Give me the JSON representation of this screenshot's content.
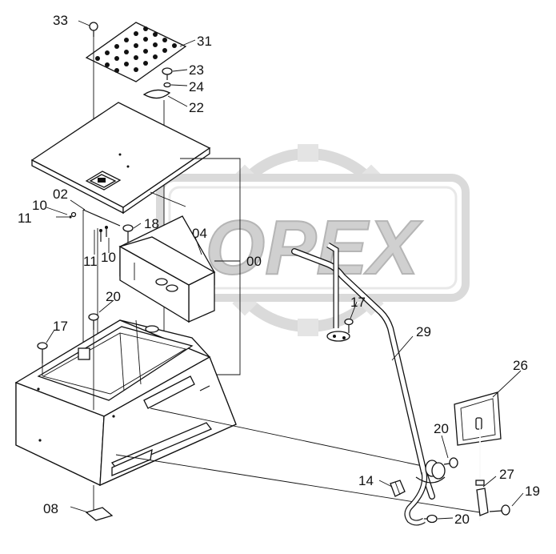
{
  "watermark": {
    "text": "OPEX",
    "color": "#c9c9c9"
  },
  "callouts": {
    "c33": "33",
    "c31": "31",
    "c23": "23",
    "c24": "24",
    "c22": "22",
    "c02": "02",
    "c10a": "10",
    "c11a": "11",
    "c18": "18",
    "c11b": "11",
    "c10b": "10",
    "c04": "04",
    "c00": "00",
    "c20a": "20",
    "c17a": "17",
    "c17b": "17",
    "c29": "29",
    "c26": "26",
    "c20b": "20",
    "c14": "14",
    "c27": "27",
    "c19": "19",
    "c20c": "20",
    "c08": "08"
  },
  "colors": {
    "line": "#111111",
    "watermark": "#c9c9c9"
  }
}
